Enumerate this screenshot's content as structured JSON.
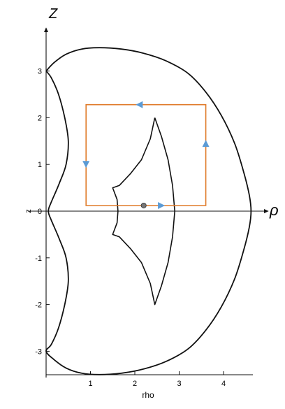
{
  "chart_data": {
    "type": "line",
    "title": "",
    "xlabel": "rho",
    "ylabel": "z",
    "xaxis_symbol": "ρ",
    "yaxis_symbol": "Z",
    "xlim": [
      0,
      4.65
    ],
    "ylim": [
      -3.5,
      3.5
    ],
    "x_ticks": [
      "1",
      "2",
      "3",
      "4"
    ],
    "y_ticks": [
      "3",
      "2",
      "1",
      "0",
      "-1",
      "-2",
      "-3"
    ],
    "grid": false,
    "colors": {
      "outer": "#111111",
      "inner": "#111111",
      "orbit": "#e07b2a",
      "arrow": "#5b9bd5",
      "point": "#777777"
    },
    "series": [
      {
        "x": [
          0.0,
          0.18,
          0.45,
          0.8,
          1.2,
          1.7,
          2.2,
          2.7,
          3.2,
          3.6,
          3.95,
          4.25,
          4.45,
          4.58,
          4.62,
          4.58,
          4.45,
          4.25,
          3.95,
          3.6,
          3.2,
          2.7,
          2.2,
          1.7,
          1.2,
          0.8,
          0.45,
          0.18,
          0.0,
          0.12,
          0.28,
          0.42,
          0.5,
          0.45,
          0.3,
          0.12,
          0.05,
          0.12,
          0.3,
          0.45,
          0.5,
          0.42,
          0.28,
          0.12,
          0.0
        ],
        "y": [
          3.0,
          3.18,
          3.36,
          3.47,
          3.5,
          3.47,
          3.38,
          3.22,
          2.95,
          2.55,
          2.05,
          1.45,
          0.85,
          0.35,
          0.0,
          -0.35,
          -0.85,
          -1.45,
          -2.05,
          -2.55,
          -2.95,
          -3.22,
          -3.38,
          -3.47,
          -3.5,
          -3.47,
          -3.36,
          -3.18,
          -3.0,
          -2.85,
          -2.5,
          -2.0,
          -1.5,
          -1.0,
          -0.6,
          -0.2,
          0.0,
          0.2,
          0.6,
          1.0,
          1.5,
          2.0,
          2.5,
          2.85,
          3.0
        ]
      },
      {
        "x": [
          2.45,
          2.6,
          2.75,
          2.85,
          2.9,
          2.85,
          2.75,
          2.6,
          2.45,
          2.35,
          2.15,
          1.9,
          1.65,
          1.5,
          1.6,
          1.62,
          1.6,
          1.5,
          1.65,
          1.9,
          2.15,
          2.35,
          2.45
        ],
        "y": [
          2.0,
          1.6,
          1.1,
          0.55,
          0.0,
          -0.55,
          -1.1,
          -1.6,
          -2.0,
          -1.55,
          -1.1,
          -0.8,
          -0.55,
          -0.5,
          -0.25,
          0.0,
          0.25,
          0.5,
          0.55,
          0.8,
          1.1,
          1.55,
          2.0
        ]
      },
      {
        "x": [
          2.2,
          3.6,
          3.6,
          0.9,
          0.9,
          2.2
        ],
        "y": [
          0.12,
          0.12,
          2.28,
          2.28,
          0.12,
          0.12
        ]
      }
    ],
    "start_point": {
      "x": 2.2,
      "y": 0.12
    }
  }
}
